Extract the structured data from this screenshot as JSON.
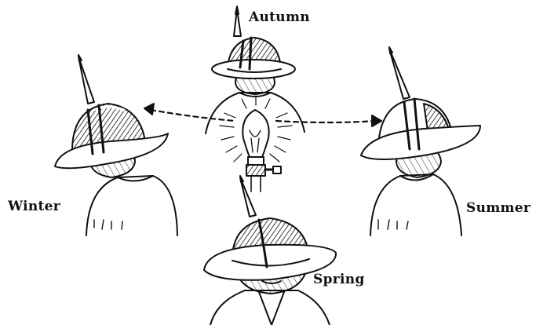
{
  "labels": {
    "autumn": "Autumn",
    "winter": "Winter",
    "summer": "Summer",
    "spring": "Spring"
  },
  "colors": {
    "ink": "#111111",
    "paper": "#ffffff"
  }
}
